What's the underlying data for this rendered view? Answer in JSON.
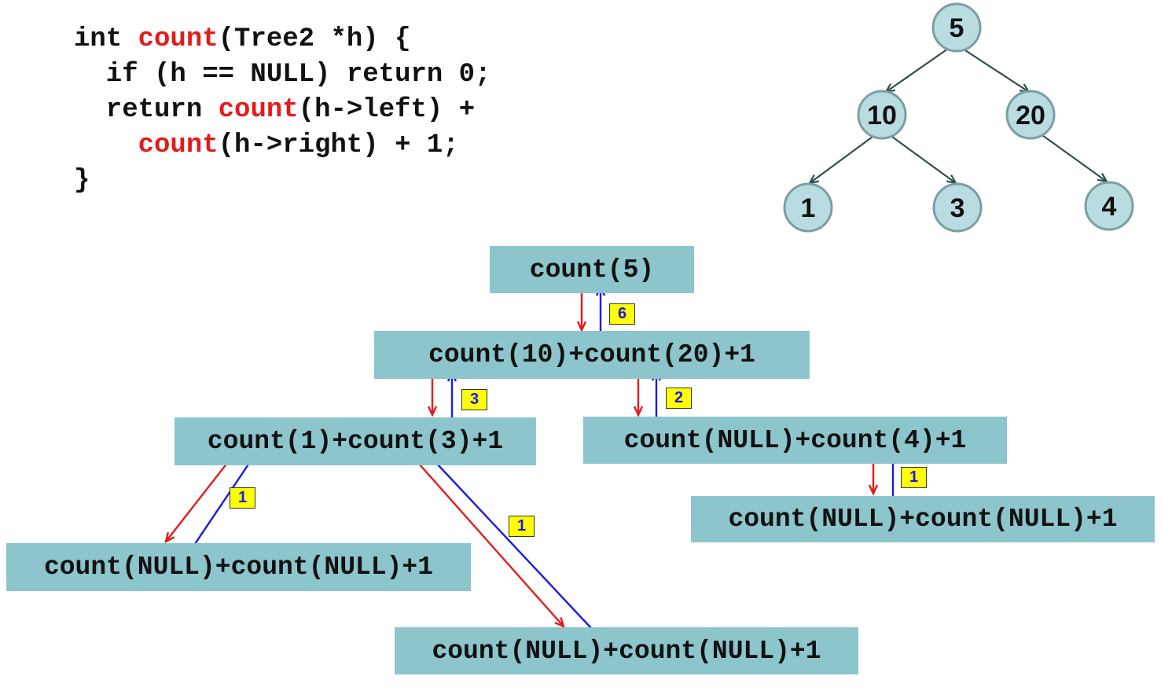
{
  "code": {
    "line1": {
      "pre": "int ",
      "fn": "count",
      "post": "(Tree2 *h) {"
    },
    "line2": {
      "pre": "  if (h == NULL) return 0;"
    },
    "line3": {
      "pre": "  return ",
      "fn": "count",
      "post": "(h->left) +"
    },
    "line4": {
      "pre": "    ",
      "fn": "count",
      "post": "(h->right) + 1;"
    },
    "line5": {
      "pre": "}"
    }
  },
  "tree": {
    "nodes": [
      "5",
      "10",
      "20",
      "1",
      "3",
      "4"
    ]
  },
  "calls": {
    "root": "count(5)",
    "level1": "count(10)+count(20)+1",
    "left": "count(1)+count(3)+1",
    "right": "count(NULL)+count(4)+1",
    "leaf1": "count(NULL)+count(NULL)+1",
    "leaf3": "count(NULL)+count(NULL)+1",
    "leaf4": "count(NULL)+count(NULL)+1"
  },
  "returns": {
    "root": "6",
    "left": "3",
    "right": "2",
    "leaf1": "1",
    "leaf3": "1",
    "leaf4": "1"
  },
  "colors": {
    "call_arrow": "#e31b1b",
    "return_arrow": "#1a1ae6",
    "box": "#8cc5cc",
    "node_fill": "#b9dce0",
    "badge": "#ffff00"
  }
}
